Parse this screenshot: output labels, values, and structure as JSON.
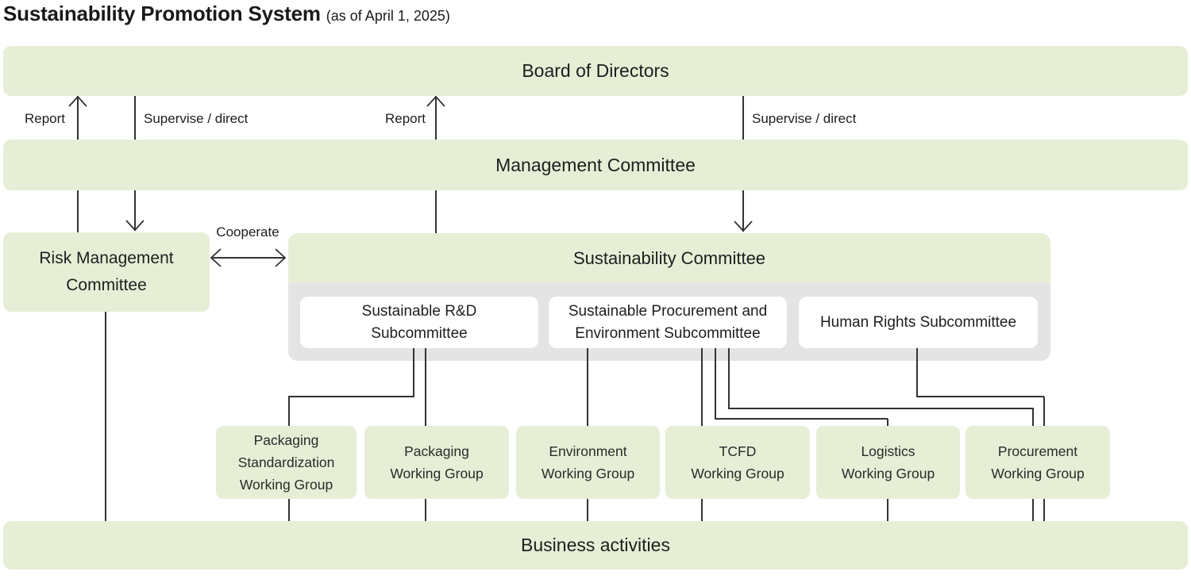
{
  "colors": {
    "box_green": "#e6efd6",
    "panel_gray": "#e4e4e4",
    "line": "#333333",
    "text": "#1e1e1e",
    "subbox_white": "#ffffff"
  },
  "title": {
    "main": "Sustainability Promotion System",
    "suffix": "(as of April 1, 2025)"
  },
  "bars": {
    "board": "Board of Directors",
    "management": "Management Committee",
    "business": "Business activities"
  },
  "edge_labels": {
    "report_left": "Report",
    "supervise_left": "Supervise / direct",
    "report_mid": "Report",
    "supervise_right": "Supervise / direct",
    "cooperate": "Cooperate"
  },
  "risk_committee": {
    "label": "Risk Management\nCommittee"
  },
  "sustainability_committee": {
    "label": "Sustainability Committee"
  },
  "subcommittees": [
    {
      "label": "Sustainable R&D\nSubcommittee"
    },
    {
      "label": "Sustainable Procurement and\nEnvironment Subcommittee"
    },
    {
      "label": "Human Rights Subcommittee"
    }
  ],
  "working_groups": [
    {
      "label": "Packaging\nStandardization\nWorking Group"
    },
    {
      "label": "Packaging\nWorking Group"
    },
    {
      "label": "Environment\nWorking Group"
    },
    {
      "label": "TCFD\nWorking Group"
    },
    {
      "label": "Logistics\nWorking Group"
    },
    {
      "label": "Procurement\nWorking Group"
    }
  ]
}
